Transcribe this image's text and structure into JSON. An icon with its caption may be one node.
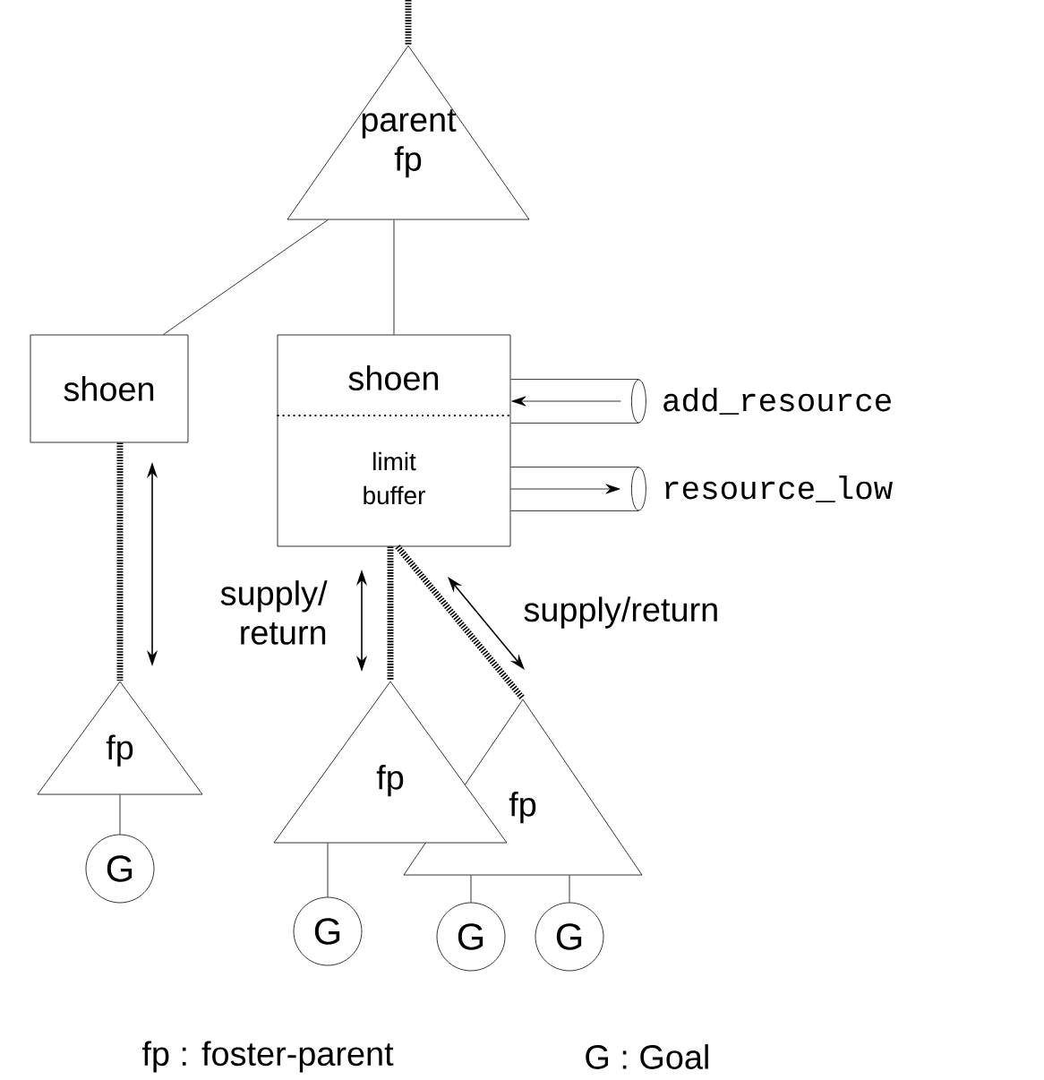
{
  "diagram": {
    "nodes": [
      {
        "text": [
          "parent fp"
        ]
      },
      {
        "text": [
          "shoen"
        ]
      },
      {
        "text": [
          "shoen",
          "limit buffer"
        ]
      },
      {
        "text": [],
        "shape": "cylinder",
        "beside": [
          "add_resource"
        ]
      },
      {
        "text": [],
        "shape": "cylinder",
        "beside": [
          "resource_low"
        ]
      },
      {
        "text": [
          "fp"
        ]
      },
      {
        "text": [
          "G"
        ]
      },
      {
        "text": [
          "fp"
        ]
      },
      {
        "text": [
          "fp"
        ]
      },
      {
        "text": [
          "G"
        ]
      },
      {
        "text": [
          "G"
        ]
      },
      {
        "text": [
          "G"
        ]
      }
    ],
    "edges": [
      {
        "from": null,
        "to": 0,
        "arrow": "none",
        "style": "dashed"
      },
      {
        "from": 0,
        "to": 1,
        "arrow": "none"
      },
      {
        "from": 0,
        "to": 2,
        "arrow": "none"
      },
      {
        "from": 3,
        "to": 2,
        "arrow": "to"
      },
      {
        "from": 2,
        "to": 4,
        "arrow": "to"
      },
      {
        "from": 1,
        "to": 5,
        "arrow": "none",
        "style": "dashed"
      },
      {
        "from": 2,
        "to": 7,
        "arrow": "none",
        "style": "dashed"
      },
      {
        "from": 2,
        "to": 8,
        "arrow": "none",
        "style": "dashed"
      },
      {
        "from": 5,
        "to": 6,
        "arrow": "none"
      },
      {
        "from": 7,
        "to": 9,
        "arrow": "none"
      },
      {
        "from": 8,
        "to": 10,
        "arrow": "none"
      },
      {
        "from": 8,
        "to": 11,
        "arrow": "none"
      }
    ],
    "labels": [
      "supply/ return",
      "supply/return",
      "fp : foster-parent",
      "G : Goal"
    ]
  }
}
